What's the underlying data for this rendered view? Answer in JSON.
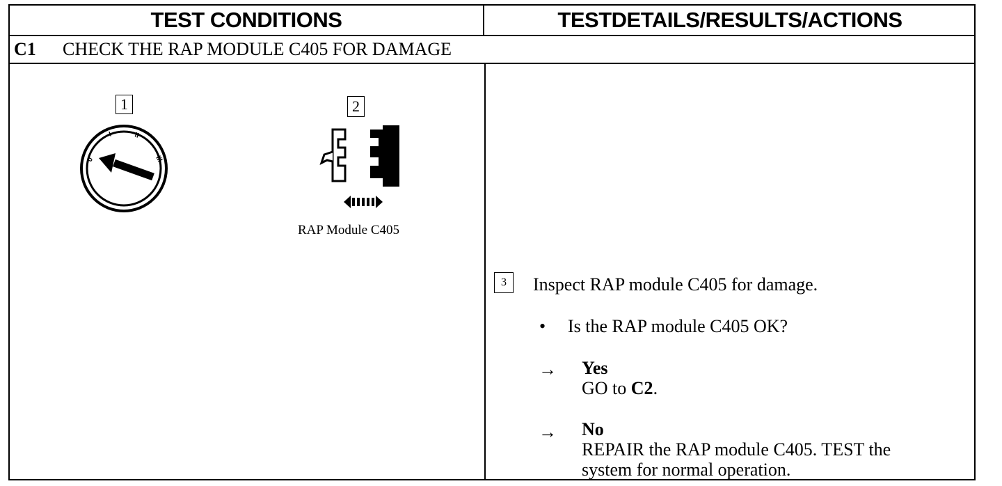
{
  "header": {
    "left": "TEST CONDITIONS",
    "right": "TESTDETAILS/RESULTS/ACTIONS"
  },
  "step": {
    "id": "C1",
    "title": "CHECK THE RAP MODULE C405 FOR DAMAGE"
  },
  "figures": {
    "box1": "1",
    "box2": "2",
    "caption2": "RAP Module C405"
  },
  "details": {
    "box3": "3",
    "instruction": "Inspect RAP module C405 for damage.",
    "bullet": "•",
    "question": "Is the RAP module C405 OK?",
    "arrow_symbol": "→",
    "yes_label": "Yes",
    "yes_action_prefix": "GO to ",
    "yes_action_target": "C2",
    "yes_action_suffix": ".",
    "no_label": "No",
    "no_action_line1": "REPAIR the RAP module C405. TEST the",
    "no_action_line2": "system for normal operation."
  },
  "icons": {
    "ignition": "ignition-switch-icon",
    "connector": "connector-disconnect-icon"
  }
}
